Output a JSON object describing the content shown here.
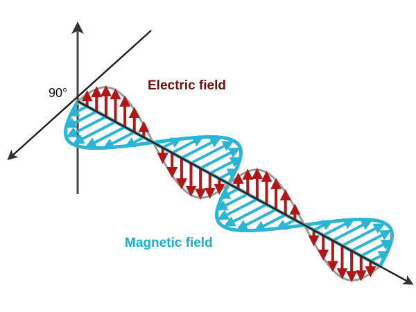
{
  "labels": {
    "angle": "90°",
    "electric_field": "Electric field",
    "magnetic_field": "Magnetic field"
  },
  "colors": {
    "electric": "#b01818",
    "electric_label": "#6b1212",
    "magnetic": "#2bb5d4",
    "magnetic_label": "#1ab0cc",
    "outline": "#9a9a9a",
    "axis": "#222222"
  },
  "wave": {
    "half_waves": 4
  }
}
